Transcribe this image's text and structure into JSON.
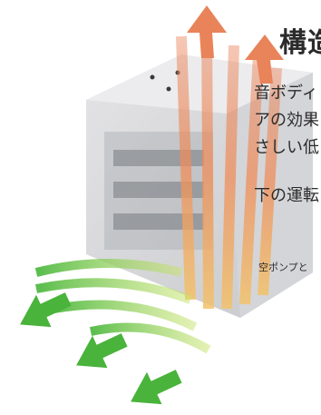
{
  "heading": {
    "text": "構造"
  },
  "body_lines": [
    "音ボディ",
    "アの効果",
    "さしい低",
    "下の運転"
  ],
  "note": "空ポンプと",
  "colors": {
    "hot_arrow": "#e9835a",
    "cool_arrow": "#49b33b",
    "box_top": "#d9d9da",
    "box_side": "#cfd0d2"
  },
  "icons": {
    "intake": "green-arrow-icon",
    "exhaust": "orange-arrow-icon"
  }
}
